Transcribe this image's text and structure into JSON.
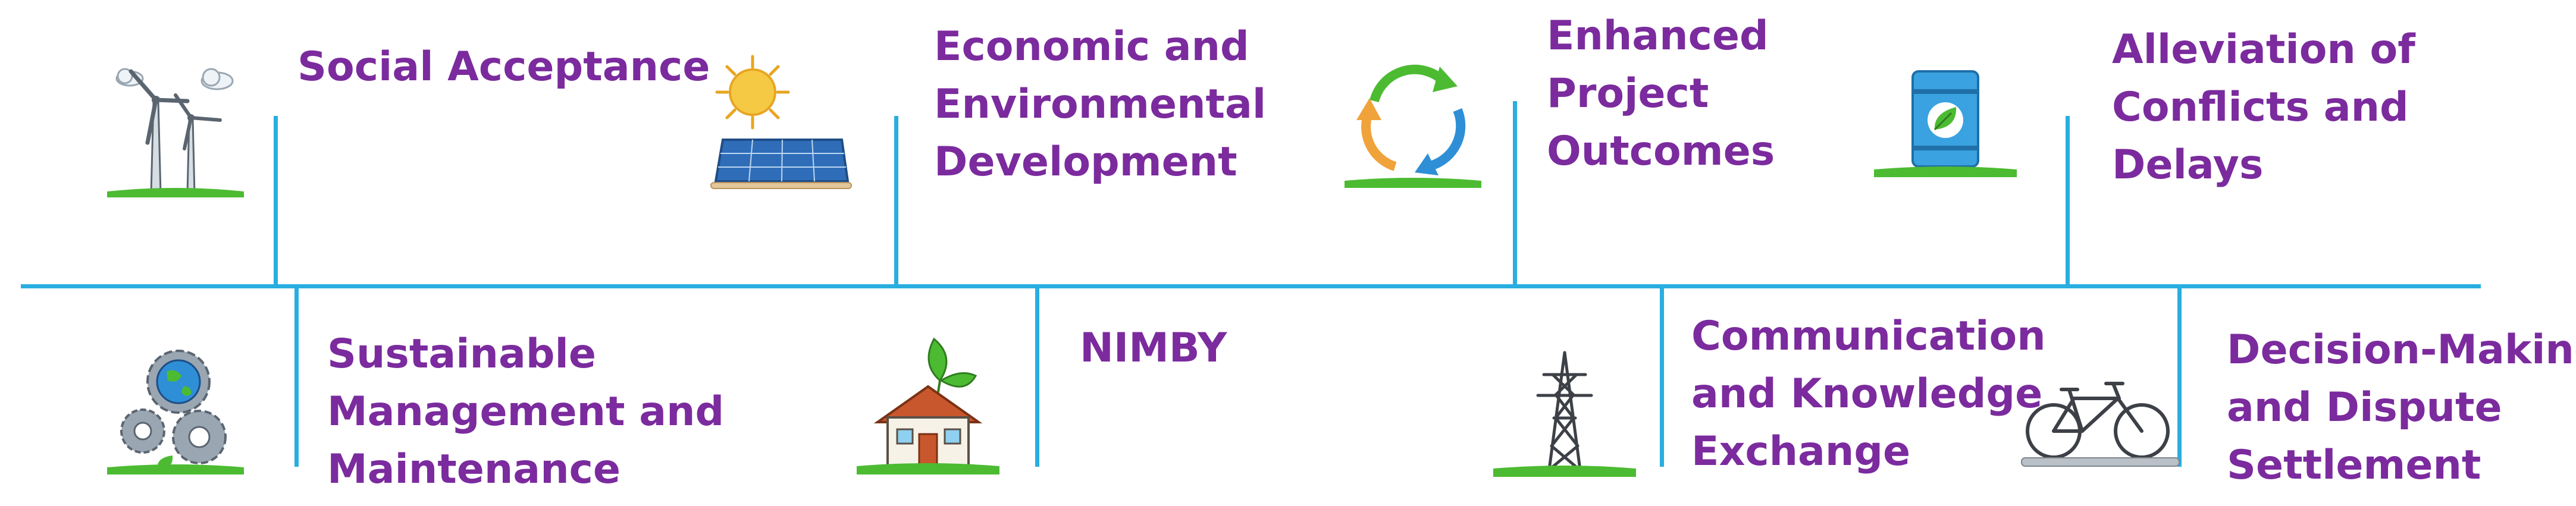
{
  "timeline": {
    "top_items": [
      {
        "label_lines": [
          "Social Acceptance"
        ],
        "icon": "wind-turbine-icon"
      },
      {
        "label_lines": [
          "Economic and",
          "Environmental",
          "Development"
        ],
        "icon": "solar-panel-icon"
      },
      {
        "label_lines": [
          "Enhanced",
          "Project",
          "Outcomes"
        ],
        "icon": "recycle-arrows-icon"
      },
      {
        "label_lines": [
          "Alleviation of",
          "Conflicts and",
          "Delays"
        ],
        "icon": "green-fuel-barrel-icon"
      }
    ],
    "bottom_items": [
      {
        "label_lines": [
          "Sustainable",
          "Management and",
          "Maintenance"
        ],
        "icon": "globe-gears-icon"
      },
      {
        "label_lines": [
          "NIMBY"
        ],
        "icon": "eco-house-icon"
      },
      {
        "label_lines": [
          "Communication",
          "and Knowledge",
          "Exchange"
        ],
        "icon": "power-pylon-icon"
      },
      {
        "label_lines": [
          "Decision-Making",
          "and Dispute",
          "Settlement"
        ],
        "icon": "bicycle-icon"
      }
    ]
  },
  "colors": {
    "label": "#7b2b9e",
    "timeline": "#29aee0",
    "grass": "#4cbb32",
    "sun": "#f6c945",
    "panel": "#2f6db8"
  }
}
